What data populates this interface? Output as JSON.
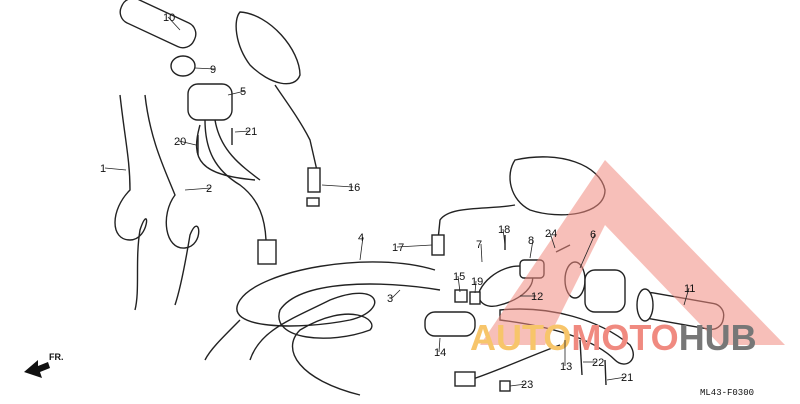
{
  "diagram": {
    "callouts": [
      "10",
      "9",
      "5",
      "21",
      "20",
      "1",
      "2",
      "16",
      "4",
      "17",
      "18",
      "7",
      "8",
      "24",
      "6",
      "15",
      "19",
      "3",
      "12",
      "11",
      "14",
      "13",
      "22",
      "21",
      "23"
    ],
    "direction_label": "FR.",
    "drawing_code": "ML43-F0300"
  },
  "watermark": {
    "part1": "AUTO",
    "part2": "MOTO",
    "part3": "HUB",
    "colors": {
      "triangle": "#f08a80",
      "auto": "#f7c56a",
      "moto": "#f08a80",
      "hub": "#777777"
    }
  }
}
